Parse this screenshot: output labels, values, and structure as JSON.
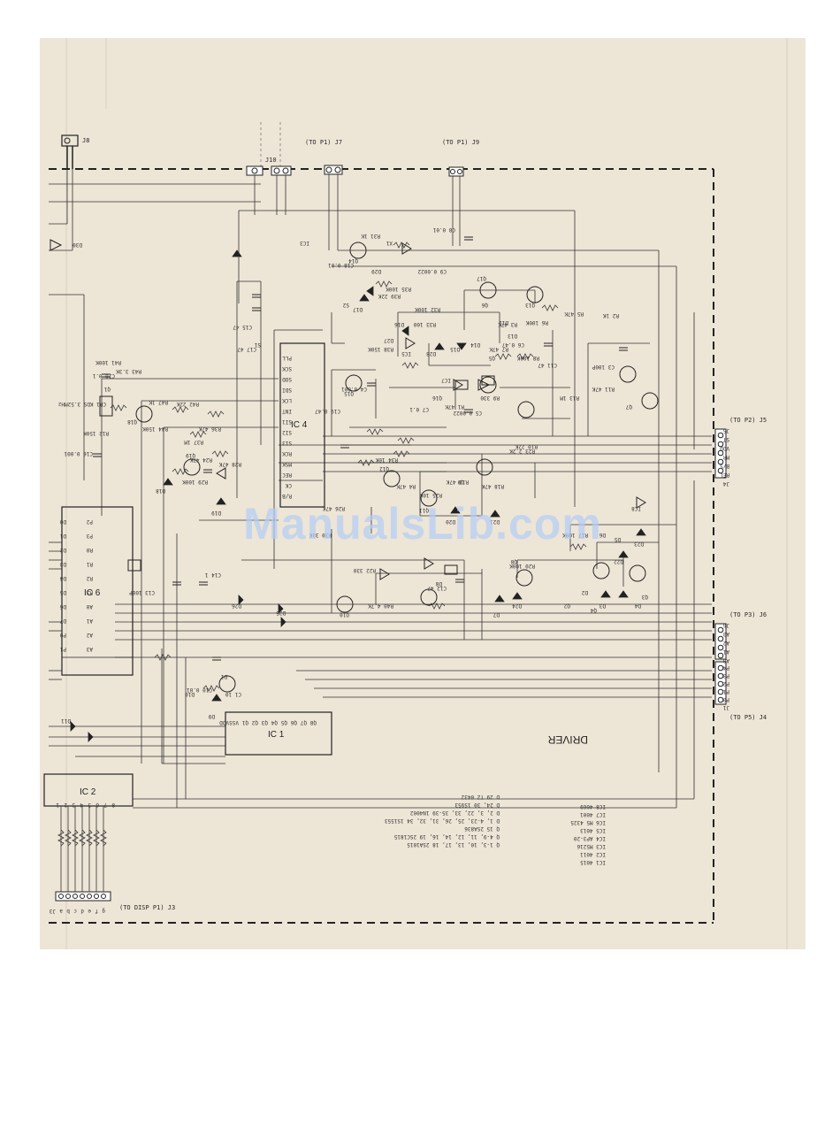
{
  "diagram": {
    "section_label": "DRIVER",
    "connectors": [
      {
        "id": "top-left-plug",
        "label": "J8"
      },
      {
        "id": "J10",
        "label": "J10"
      },
      {
        "id": "J7",
        "label": "(TO P1) J7"
      },
      {
        "id": "J9",
        "label": "(TO P1) J9"
      },
      {
        "id": "J5",
        "label": "(TO P2) J5"
      },
      {
        "id": "J6",
        "label": "(TO P3) J6"
      },
      {
        "id": "J4",
        "label": "(TO P5) J4"
      },
      {
        "id": "J3",
        "label": "(TO DISP P1) J3"
      }
    ],
    "ic_blocks": [
      {
        "id": "IC4",
        "label": "IC 4"
      },
      {
        "id": "IC6",
        "label": "IC 6"
      },
      {
        "id": "IC1",
        "label": "IC 1"
      },
      {
        "id": "IC2",
        "label": "IC 2"
      }
    ],
    "ic_legend": [
      "IC1  4015",
      "IC2  4011",
      "IC3  M5216",
      "IC4  AP3-20",
      "IC5  4013",
      "IC6  M5 4325",
      "IC7  4001",
      "IC8  4069"
    ],
    "part_legend": [
      "Q 1-3, 10, 13, 17, 18   2SA1015",
      "Q 4-9, 11, 12, 14, 16, 19   2SC1815",
      "Q 15   2SA836",
      "D 1, 4-23, 25, 26, 31, 32, 34   1S1553",
      "D 2, 3, 22, 33, 35-39   1N4002",
      "D 24, 30   1S953",
      "D 29   TZ 0432"
    ],
    "component_labels": [
      "R31 1K",
      "R39 22K",
      "R35 100K",
      "R33 100",
      "R32 100K",
      "R38 150K",
      "R41 100K",
      "R43 3.3K",
      "R47 1K",
      "R42 22K",
      "R44 150K",
      "R37 1M",
      "R36 47K",
      "R29 100K",
      "R12 150K",
      "R24 47K",
      "R28 47K",
      "R30 33K",
      "R40 4.7K",
      "R22 330",
      "R34 10K",
      "R26 47K",
      "R4 47K",
      "R25 10K",
      "R23 2.2K",
      "R17 100K",
      "R20 100K",
      "R19 47K",
      "R18 47K",
      "R10 22K",
      "R11 47K",
      "R13 1M",
      "R6 100K",
      "R5 47K",
      "R2 1K",
      "R3 47K",
      "R8 100K",
      "R7 47K",
      "R9 330",
      "R1 47K",
      "C1 10",
      "C3 100P",
      "C4 0.001",
      "C5 0.0022",
      "C6 0.47",
      "C7 0.1",
      "C8 0.01",
      "C9 0.0022",
      "C10 0.01",
      "C11 47",
      "C12 47",
      "C13 100P",
      "C14 1",
      "C15 47",
      "C16 0.001",
      "C17 47",
      "C18 0.01",
      "C19 0.47",
      "C20 0.1",
      "Q1",
      "Q2",
      "Q3",
      "Q4",
      "Q5",
      "Q6",
      "Q7",
      "Q8",
      "Q9",
      "Q10",
      "Q11",
      "Q12",
      "Q13",
      "Q14",
      "Q15",
      "Q16",
      "Q17",
      "Q18",
      "Q19",
      "D1",
      "D2",
      "D3",
      "D4",
      "D5",
      "D6",
      "D7",
      "D8",
      "D9",
      "D10",
      "D11",
      "D12",
      "D13",
      "D14",
      "D15",
      "D16",
      "D17",
      "D18",
      "D19",
      "D20",
      "D21",
      "D22",
      "D23",
      "D24",
      "D25",
      "D26",
      "D27",
      "D28",
      "D29",
      "D30",
      "IC5",
      "IC7",
      "IC8",
      "IC3",
      "CR1 KDS 3.52MHz",
      "S1",
      "S2",
      "X1"
    ],
    "j5_pins": [
      "J5",
      "ST",
      "VDD",
      "MR",
      "B/S",
      "REL",
      "J4"
    ],
    "j6_pins": [
      "J6",
      "A3",
      "A2",
      "A1",
      "A0"
    ],
    "j4_pins": [
      "P4",
      "P3",
      "P2",
      "P1",
      "P0",
      "J1"
    ],
    "j3_pins": [
      "J3",
      "a",
      "b",
      "c",
      "d",
      "e",
      "f",
      "g"
    ],
    "ic6_pins": [
      "D0",
      "D1",
      "D2",
      "D3",
      "D4",
      "D5",
      "D6",
      "D7",
      "P0",
      "P1",
      "P2",
      "P3",
      "R0",
      "R1",
      "R2",
      "R3",
      "A0",
      "A1",
      "A2",
      "A3"
    ],
    "ic4_pins": [
      "PLL",
      "SCK",
      "SOD",
      "SDI",
      "LCK",
      "INT",
      "SI1",
      "SI2",
      "SI3",
      "RCK",
      "MSK",
      "REC",
      "CK",
      "R/B"
    ],
    "ic1_pins": [
      "VDD",
      "VSS",
      "Q1",
      "Q2",
      "Q3",
      "Q4",
      "Q5",
      "Q6",
      "Q7",
      "Q8"
    ],
    "ic2_pins": [
      "1",
      "2",
      "3",
      "4",
      "5",
      "6",
      "7",
      "8"
    ]
  },
  "watermark": "ManualsLib.com"
}
